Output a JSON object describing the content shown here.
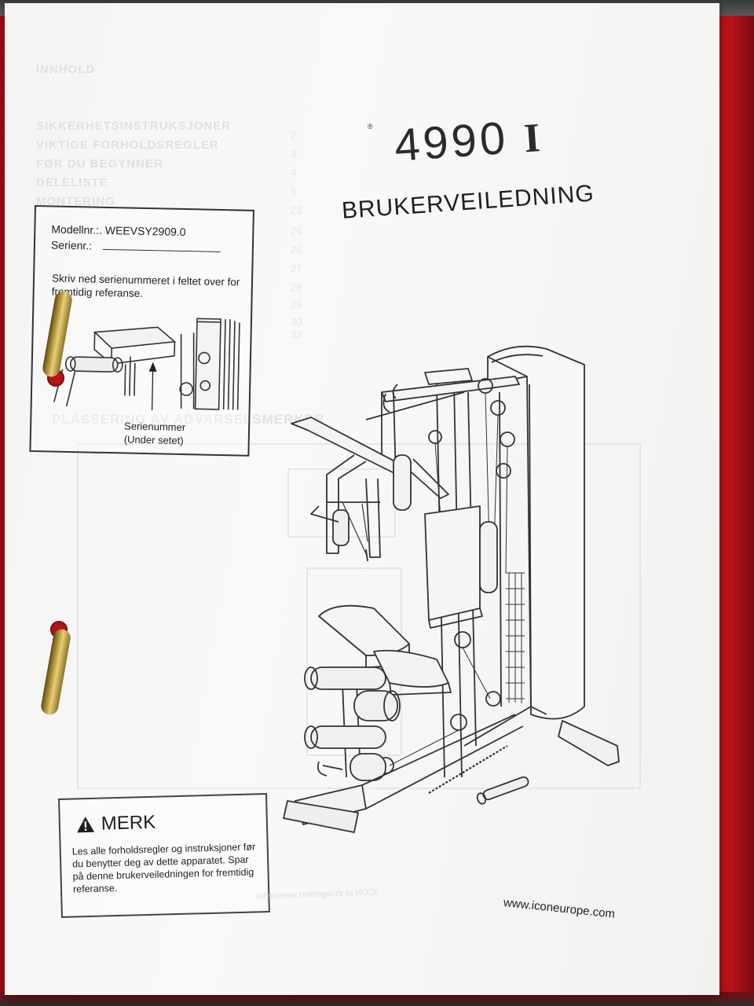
{
  "manual": {
    "model_number": "4990",
    "model_suffix": "I",
    "registered_mark": "®",
    "title": "BRUKERVEILEDNING",
    "website": "www.iconeurope.com"
  },
  "serial_box": {
    "model_label": "Modellnr.:.",
    "model_value": "WEEVSY2909.0",
    "serial_label": "Serienr.:",
    "note": "Skriv ned serienummeret i feltet over for fremtidig referanse.",
    "caption_line1": "Serienummer",
    "caption_line2": "(Under setet)"
  },
  "merk": {
    "heading": "MERK",
    "icon": "warning-triangle-icon",
    "body": "Les alle forholdsregler og instruksjoner før du benytter deg av dette apparatet. Spar på denne brukerveiledningen for fremtidig referanse."
  },
  "colors": {
    "folder": "#d41c22",
    "paper": "#f6f6f5",
    "ink": "#222222"
  }
}
